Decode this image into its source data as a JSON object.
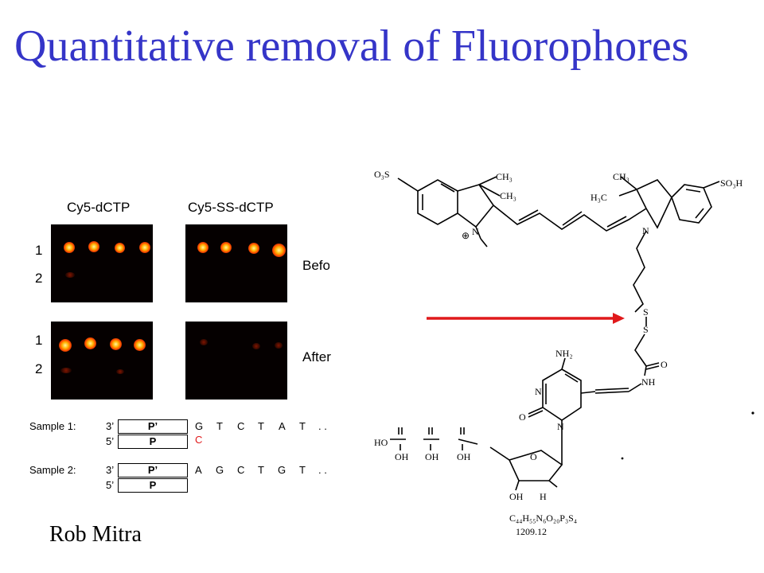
{
  "slide": {
    "title": "Quantitative removal of Fluorophores",
    "author": "Rob Mitra"
  },
  "gel_figure": {
    "column_labels": [
      "Cy5-dCTP",
      "Cy5-SS-dCTP"
    ],
    "row_labels": [
      "1",
      "2"
    ],
    "side_labels": [
      "Befo",
      "After"
    ]
  },
  "samples": [
    {
      "label": "Sample 1:",
      "strand_top_prime": "3’",
      "primer_top": "P’",
      "sequence": [
        "G",
        "T",
        "C",
        "T",
        "A",
        "T",
        ". ."
      ],
      "strand_bottom_prime": "5’",
      "primer_bottom": "P",
      "incorporated": "C"
    },
    {
      "label": "Sample 2:",
      "strand_top_prime": "3’",
      "primer_top": "P’",
      "sequence": [
        "A",
        "G",
        "C",
        "T",
        "G",
        "T",
        ". ."
      ],
      "strand_bottom_prime": "5’",
      "primer_bottom": "P"
    }
  ],
  "structure": {
    "formula": "C₄₄H₅₅N₆O₂₀P₃S₄",
    "mass": "1209.12",
    "labels": {
      "so3_left": "O₃S",
      "so3h_right": "SO₃H",
      "ch3_a": "CH₃",
      "ch3_b": "CH₃",
      "ch3_c": "CH₃",
      "h3c": "H₃C",
      "n_plus": "N",
      "n_right": "N",
      "s1": "S",
      "s2": "S",
      "nh2": "NH₂",
      "nh": "NH",
      "o_amide": "O",
      "o_cyt": "O",
      "n_cyt_top": "N",
      "n_cyt_bot": "N",
      "hoP": "HO",
      "oh1": "OH",
      "oh2": "OH",
      "oh3": "OH",
      "oh_sugar": "OH",
      "h_sugar": "H",
      "o_ring": "O"
    }
  },
  "colors": {
    "title": "#3535c8",
    "arrow": "#e0191b",
    "highlight": "#e0191b"
  }
}
